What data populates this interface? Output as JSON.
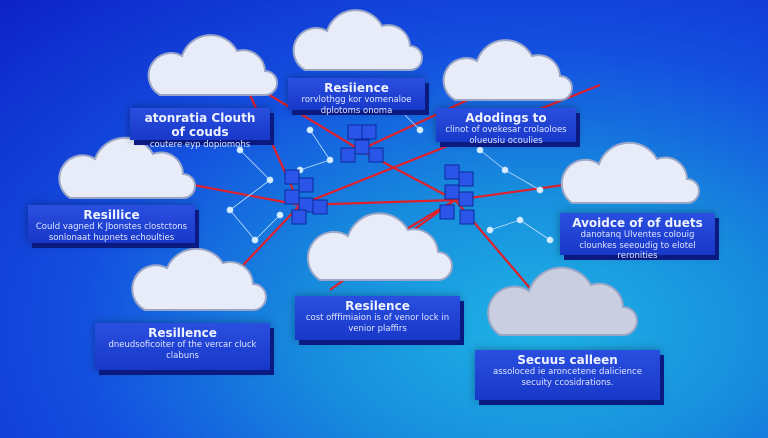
{
  "labels": [
    {
      "title": "Resiience",
      "desc": "rorvlothgg kor vomenaloe dplotoms onoma"
    },
    {
      "title": "atonratia Clouth of couds",
      "desc": "coutere eyp dopiomohs"
    },
    {
      "title": "Adodings to",
      "desc": "clinot of ovekesar crolaoloes olueusiu ocoulies"
    },
    {
      "title": "Resillice",
      "desc": "Could vagned K Jbonstes clostctons sonlonaat hupnets echoulties"
    },
    {
      "title": "Avoidce of of duets",
      "desc": "danotanq Ulventes colouig clounkes seeoudig to elotel reronities"
    },
    {
      "title": "Resilence",
      "desc": "cost offfimiaion is of venor lock in venior plaffirs"
    },
    {
      "title": "Resillence",
      "desc": "dneudsoficoiter of the vercar cluck clabuns"
    },
    {
      "title": "Secuus calleen",
      "desc": "assoloced ie aroncetene dalicience secuity ccosidrations."
    }
  ],
  "colors": {
    "line": "#e0202a",
    "node": "#cfe8ff",
    "cube": "#2a55e8",
    "cloud": "#e8ecf8"
  }
}
